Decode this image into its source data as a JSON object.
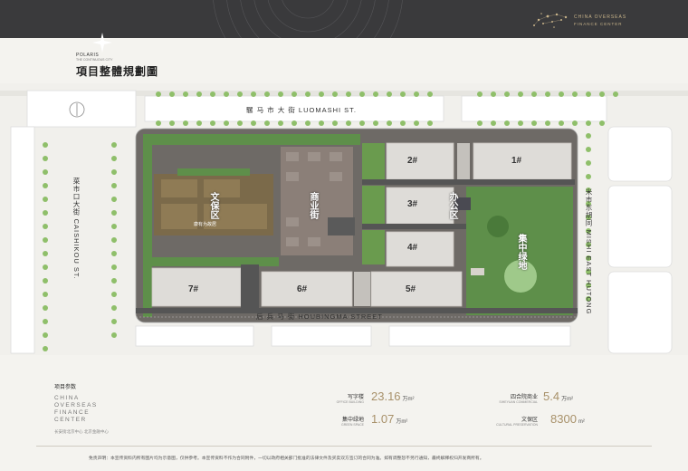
{
  "brand": {
    "line1": "CHINA OVERSEAS",
    "line2": "FINANCE CENTER"
  },
  "header_block": {
    "polaris": "POLARIS",
    "subtitle": "THE CONTINUOUS CITY",
    "title": "項目整體規劃圖"
  },
  "streets": {
    "luomashi": "騾 马 市 大 街   LUOMASHI ST.",
    "caishikou": "菜市口大街 CAISHIKOU ST.",
    "houbingma": "后 兵 马 街   HOUBINGMA STREET",
    "mishi": "米市东胡同 MISHI EAST HUTONG"
  },
  "plots": [
    "2#",
    "1#",
    "3#",
    "4#",
    "7#",
    "6#",
    "5#"
  ],
  "zones": {
    "heritage": "文保区",
    "heritage_sub": "康有为故居",
    "commerce": "商业街",
    "office": "办公区",
    "green": "集中绿地"
  },
  "params": {
    "title": "项目参数",
    "center_lines": [
      "CHINA",
      "OVERSEAS",
      "FINANCE",
      "CENTER"
    ],
    "center_sub": "长安街北京中心 北京金融中心",
    "stats": [
      {
        "label": "写字楼",
        "en": "OFFICE BUILDING",
        "value": "23.16",
        "unit": "万m²"
      },
      {
        "label": "四合院商业",
        "en": "SIHEYUAN COMMERCIAL",
        "value": "5.4",
        "unit": "万m²"
      },
      {
        "label": "集中绿地",
        "en": "GREEN SPACE",
        "value": "1.07",
        "unit": "万m²"
      },
      {
        "label": "文保区",
        "en": "CULTURAL PRESERVATION",
        "value": "8300",
        "unit": "m²"
      }
    ]
  },
  "disclaimer": "免责声明：本宣传资料内所有图片均为示意图，仅供参考。本宣传资料不作为合同附件，一切以政府相关部门批准的法律文件及买卖双方签订的合同为准。如有调整恕不另行通知，最终解释权归开发商所有。",
  "colors": {
    "header": "#3a3a3c",
    "gold": "#a8916a",
    "green": "#5e8f4a",
    "roof": "#6e6a66"
  }
}
